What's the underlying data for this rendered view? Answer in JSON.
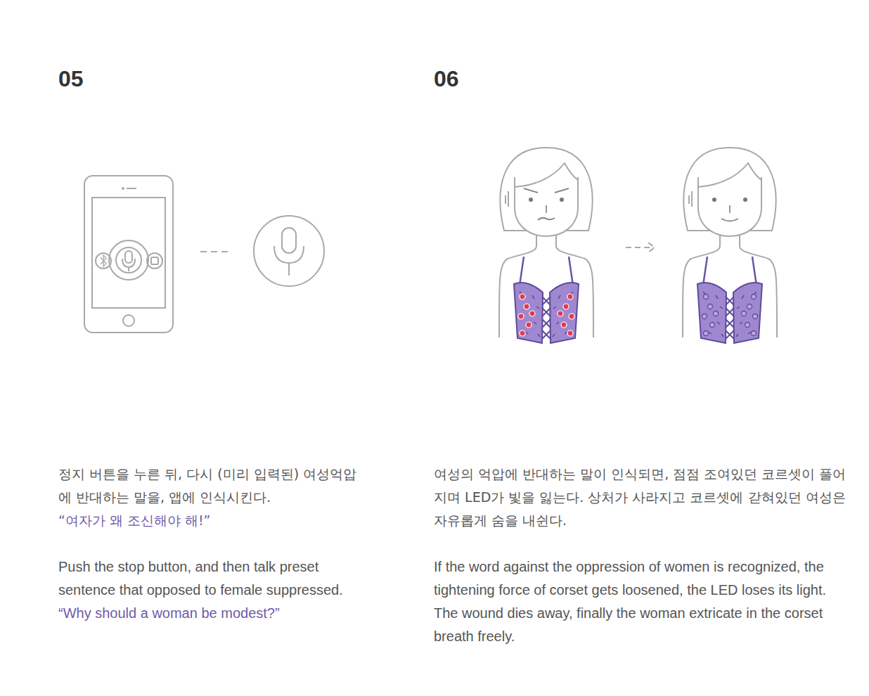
{
  "diagram": {
    "labels": [
      "05",
      "06",
      "정지 버튼을 누른 뒤, 다시 (미리 입력된) 여성억압에 반대하는 말을, 앱에 인식시킨다.",
      "“여자가 왜 조신해야 해!”",
      "Push the stop button, and then talk preset sentence that opposed to female suppressed.",
      "“Why should a woman be modest?”",
      "여성의 억압에 반대하는 말이 인식되면, 점점 조여있던 코르셋이 풀어지며 LED가 빛을 잃는다. 상처가 사라지고 코르셋에 갇혀있던 여성은 자유롭게 숨을 내쉰다.",
      "If the word against the oppression of women is recognized, the tightening force of corset gets loosened, the LED loses its light. The wound dies away, finally the woman extricate in the corset breath freely."
    ]
  }
}
